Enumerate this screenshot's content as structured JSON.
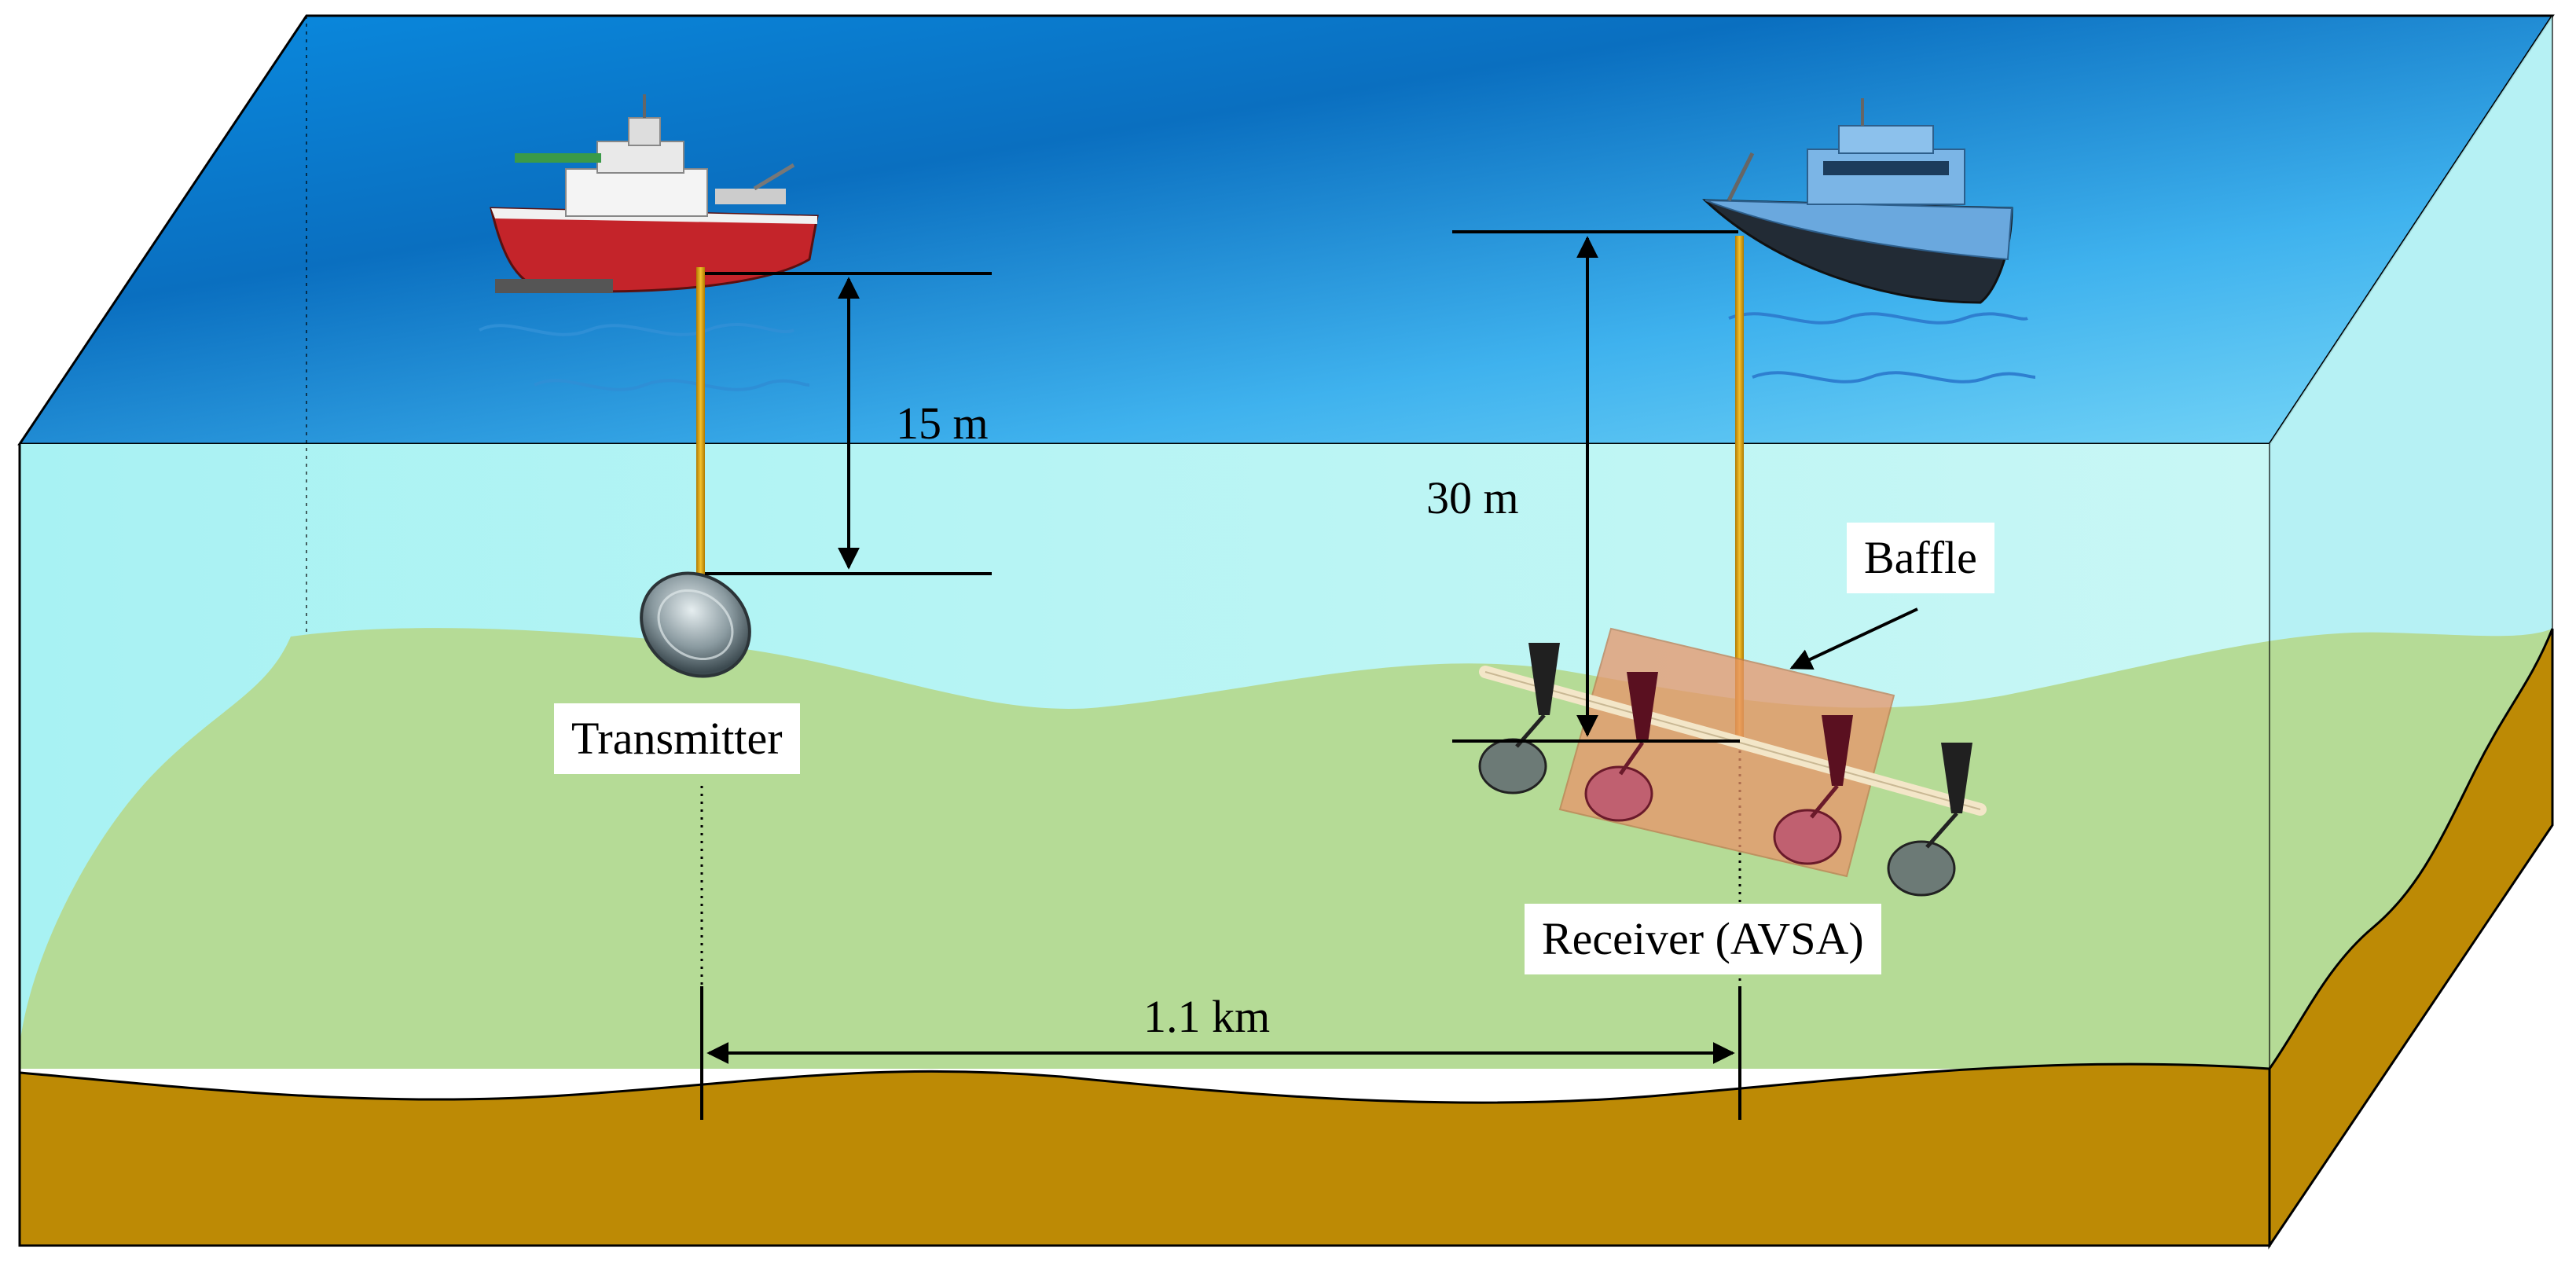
{
  "labels": {
    "transmitter": "Transmitter",
    "receiver": "Receiver (AVSA)",
    "baffle": "Baffle"
  },
  "dimensions": {
    "transmitter_depth": "15 m",
    "receiver_depth": "30 m",
    "range": "1.1 km"
  },
  "objects": {
    "left_ship": "red-research-vessel",
    "right_ship": "blue-research-vessel",
    "transmitter_device": "spherical-transducer",
    "receiver_array": "acoustic-vector-sensor-array"
  },
  "colors": {
    "sea_surface_dark": "#0a74c4",
    "sea_surface_light": "#6fd3f5",
    "water_body": "#bff5f4",
    "seabed_sediment": "#b5db96",
    "seabed_earth": "#bd8a05",
    "cable": "#d9a20c",
    "baffle": "#e8956a",
    "left_ship_hull": "#c4242a",
    "right_ship_hull": "#6aa8de"
  }
}
